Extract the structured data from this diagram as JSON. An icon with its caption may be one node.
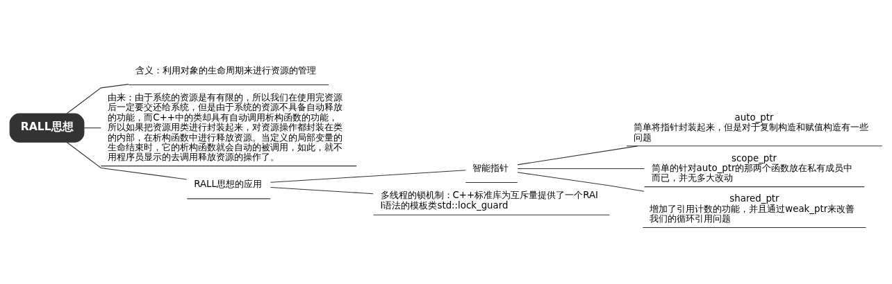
{
  "diagram": {
    "nodes": [
      {
        "text": [
          "RALL思想"
        ]
      },
      {
        "text": [
          "含义：利用对象的生命周期来进行资源的管理"
        ]
      },
      {
        "text": [
          "由来：由于系统的资源是有有限的，所以我们在使用完资源后一定要交还给系统，但是由于系统的资源不具备自动释放的功能，而C++中的类却具有自动调用析构函数的功能，所以如果把资源用类进行封装起来，对资源操作都封装在类的内部，在析构函数中进行释放资源。当定义的局部变量的生命结束时，它的析构函数就会自动的被调用，如此，就不用程序员显示的去调用释放资源的操作了。"
        ]
      },
      {
        "text": [
          "RALL思想的应用"
        ]
      },
      {
        "text": [
          "智能指针"
        ]
      },
      {
        "text": [
          "多线程的锁机制：C++标准库为互斥量提供了一个RAII语法的模板类std::lock_guard"
        ]
      },
      {
        "text": [
          "auto_ptr",
          "简单将指针封装起来，但是对于复制构造和赋值构造有一些问题"
        ]
      },
      {
        "text": [
          "scope_ptr",
          "简单的针对auto_ptr的那两个函数放在私有成员中而已，并无多大改动"
        ]
      },
      {
        "text": [
          "shared_ptr",
          "增加了引用计数的功能，并且通过weak_ptr来改善我们的循环引用问题"
        ]
      }
    ],
    "edges": [
      {
        "from": 0,
        "to": 1,
        "arrow": "none"
      },
      {
        "from": 0,
        "to": 2,
        "arrow": "none"
      },
      {
        "from": 0,
        "to": 3,
        "arrow": "none"
      },
      {
        "from": 3,
        "to": 4,
        "arrow": "none"
      },
      {
        "from": 3,
        "to": 5,
        "arrow": "none"
      },
      {
        "from": 4,
        "to": 6,
        "arrow": "none"
      },
      {
        "from": 4,
        "to": 7,
        "arrow": "none"
      },
      {
        "from": 4,
        "to": 8,
        "arrow": "none"
      }
    ]
  }
}
